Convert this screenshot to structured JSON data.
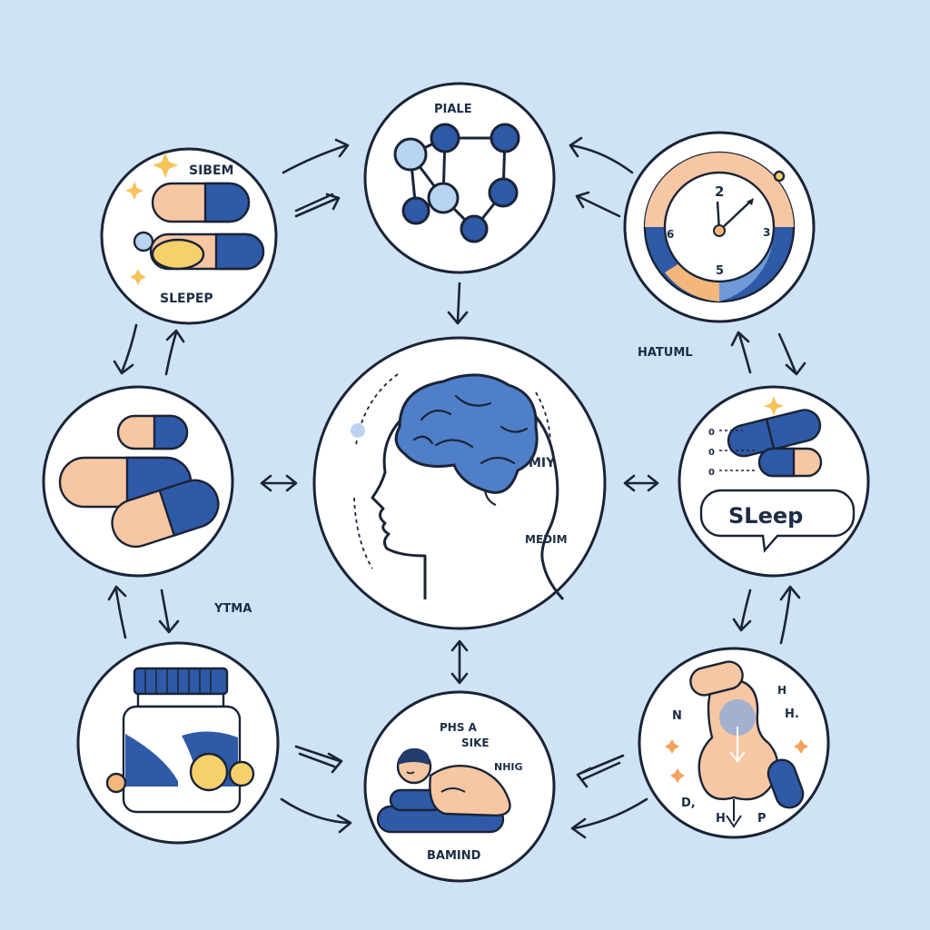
{
  "colors": {
    "background": "#cfe3f6",
    "navy": "#2f5aa8",
    "peach": "#f7c7a4",
    "light_blue": "#b9d4f0",
    "yellow": "#f6d06b",
    "outline": "#1a2436"
  },
  "nodes": {
    "top_left": {
      "label_top": "SIBEM",
      "label_bottom": "SLEPEP",
      "icon": "capsules-icon"
    },
    "top_center": {
      "label": "PIALE",
      "icon": "molecule-icon"
    },
    "top_right": {
      "icon": "clock-icon",
      "clock_numbers": [
        "2",
        "3",
        "6",
        "5"
      ]
    },
    "middle_left": {
      "icon": "pills-icon"
    },
    "center": {
      "labels": [
        "MIY",
        "MEDIM"
      ],
      "icon": "brain-head-icon"
    },
    "middle_right": {
      "bubble": "SLeep",
      "list_markers": [
        "0",
        "0",
        "0"
      ],
      "icon": "pill-chat-icon"
    },
    "bottom_left": {
      "icon": "supplement-bottle-icon"
    },
    "bottom_center": {
      "label_lines": [
        "PHS A",
        "SIKE",
        "NHIG"
      ],
      "label_bottom": "BAMIND",
      "icon": "sleeping-person-icon"
    },
    "bottom_right": {
      "letters": [
        "N",
        "H.",
        "H",
        "D,",
        "H",
        "P"
      ],
      "icon": "digestion-icon"
    }
  },
  "floating_labels": {
    "hatuml": "HATUML",
    "ytma": "YTMA"
  }
}
